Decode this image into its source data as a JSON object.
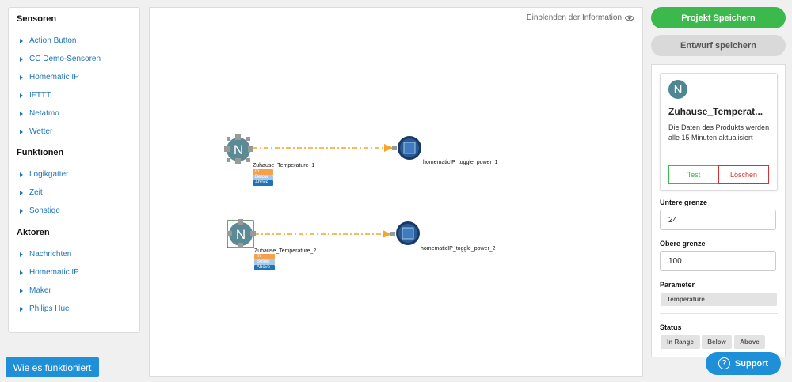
{
  "sidebar": {
    "sections": [
      {
        "title": "Sensoren",
        "items": [
          "Action Button",
          "CC Demo-Sensoren",
          "Homematic IP",
          "IFTTT",
          "Netatmo",
          "Wetter"
        ]
      },
      {
        "title": "Funktionen",
        "items": [
          "Logikgatter",
          "Zeit",
          "Sonstige"
        ]
      },
      {
        "title": "Aktoren",
        "items": [
          "Nachrichten",
          "Homematic IP",
          "Maker",
          "Philips Hue"
        ]
      }
    ]
  },
  "help_button": "Wie es funktioniert",
  "canvas": {
    "toggle_info": "Einblenden der Information",
    "toggle_info_icon": "eye-icon",
    "flows": [
      {
        "source": {
          "letter": "N",
          "label": "Zuhause_Temperature_1",
          "ports": [
            "In Range",
            "Below",
            "Above"
          ],
          "selected": false
        },
        "target": {
          "label": "homematicIP_toggle_power_1"
        }
      },
      {
        "source": {
          "letter": "N",
          "label": "Zuhause_Temperature_2",
          "ports": [
            "In Range",
            "Below",
            "Above"
          ],
          "selected": true
        },
        "target": {
          "label": "homematicIP_toggle_power_2"
        }
      }
    ],
    "colors": {
      "node": "#5c8a94",
      "link": "#f5a623",
      "port_in_range": "#f5a04a",
      "port_below": "#a8c8e8",
      "port_above": "#1f74b8"
    }
  },
  "actions": {
    "save_project": "Projekt Speichern",
    "save_draft": "Entwurf speichern"
  },
  "detail": {
    "avatar_letter": "N",
    "title": "Zuhause_Temperat...",
    "description": "Die Daten des Produkts werden alle 15 Minuten aktualisiert",
    "test_label": "Test",
    "delete_label": "Löschen",
    "lower_label": "Untere grenze",
    "lower_value": "24",
    "upper_label": "Obere grenze",
    "upper_value": "100",
    "parameter_label": "Parameter",
    "parameter_value": "Temperature",
    "status_label": "Status",
    "status_options": [
      "In Range",
      "Below",
      "Above"
    ]
  },
  "support_button": "Support",
  "colors": {
    "primary": "#1f8fd8",
    "success": "#3cb94c",
    "danger": "#d63031",
    "link": "#1f74b8"
  }
}
